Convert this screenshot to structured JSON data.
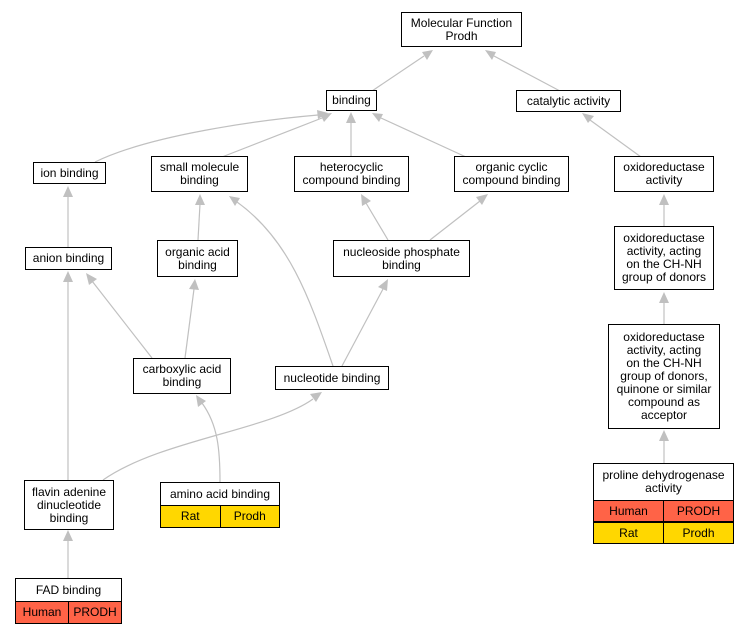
{
  "colors": {
    "edge": "#c0c0c0",
    "human": "#ff6347",
    "rat": "#ffd700",
    "border": "#000000"
  },
  "nodes": {
    "mf": "Molecular Function\nProdh",
    "binding": "binding",
    "catalytic": "catalytic activity",
    "ion_binding": "ion binding",
    "small_molecule": "small molecule\nbinding",
    "heterocyclic": "heterocyclic\ncompound binding",
    "organic_cyclic": "organic cyclic\ncompound binding",
    "oxidoreductase": "oxidoreductase\nactivity",
    "anion_binding": "anion binding",
    "organic_acid": "organic acid\nbinding",
    "nucleoside_phosphate": "nucleoside phosphate\nbinding",
    "oxido_chnh": "oxidoreductase\nactivity, acting\non the CH-NH\ngroup of donors",
    "carboxylic": "carboxylic acid\nbinding",
    "nucleotide": "nucleotide binding",
    "oxido_quinone": "oxidoreductase\nactivity, acting\non the CH-NH\ngroup of donors,\nquinone or similar\ncompound as\nacceptor",
    "prodh_activity": "proline dehydrogenase\nactivity",
    "fad_dinuc": "flavin adenine\ndinucleotide\nbinding",
    "amino_acid": "amino acid binding",
    "fad_binding": "FAD binding"
  },
  "annotations": {
    "amino_acid": [
      {
        "species": "Rat",
        "gene": "Prodh"
      }
    ],
    "prodh_activity": [
      {
        "species": "Human",
        "gene": "PRODH"
      },
      {
        "species": "Rat",
        "gene": "Prodh"
      }
    ],
    "fad_binding": [
      {
        "species": "Human",
        "gene": "PRODH"
      }
    ]
  }
}
